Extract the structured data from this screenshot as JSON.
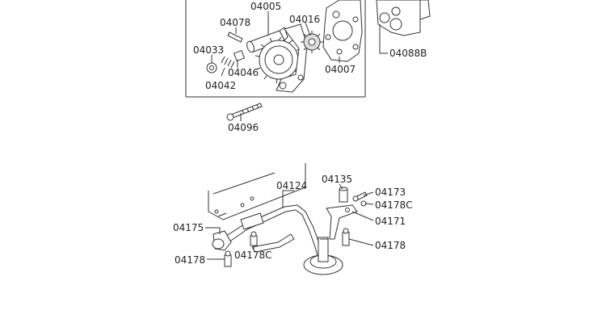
{
  "diagram": {
    "part_labels": [
      {
        "key": "p04005",
        "text": "04005"
      },
      {
        "key": "p04078",
        "text": "04078"
      },
      {
        "key": "p04016",
        "text": "04016"
      },
      {
        "key": "p04033",
        "text": "04033"
      },
      {
        "key": "p04046",
        "text": "04046"
      },
      {
        "key": "p04042",
        "text": "04042"
      },
      {
        "key": "p04007",
        "text": "04007"
      },
      {
        "key": "p04088B",
        "text": "04088B"
      },
      {
        "key": "p04096",
        "text": "04096"
      },
      {
        "key": "p04124",
        "text": "04124"
      },
      {
        "key": "p04135",
        "text": "04135"
      },
      {
        "key": "p04173",
        "text": "04173"
      },
      {
        "key": "p04178C_a",
        "text": "04178C"
      },
      {
        "key": "p04171",
        "text": "04171"
      },
      {
        "key": "p04175",
        "text": "04175"
      },
      {
        "key": "p04178_a",
        "text": "04178"
      },
      {
        "key": "p04178C_b",
        "text": "04178C"
      },
      {
        "key": "p04178_b",
        "text": "04178"
      }
    ]
  }
}
